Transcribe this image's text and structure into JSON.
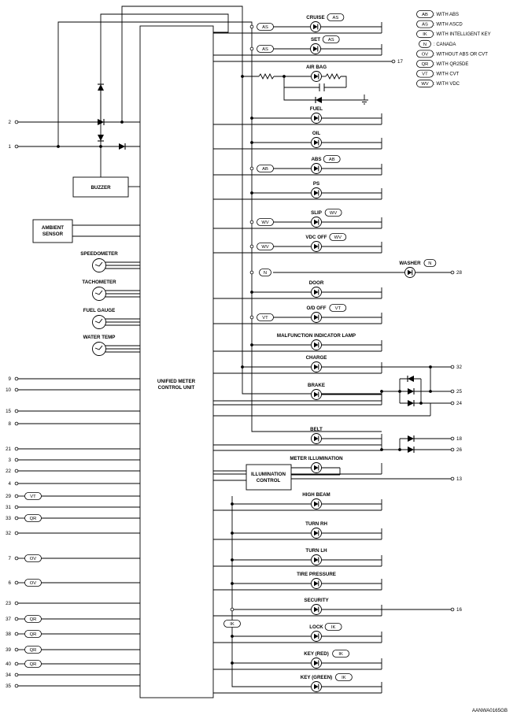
{
  "figure_code": "AANWA0165GB",
  "unit_label_1": "UNIFIED METER",
  "unit_label_2": "CONTROL UNIT",
  "buzzer_label": "BUZZER",
  "ambient_label_1": "AMBIENT",
  "ambient_label_2": "SENSOR",
  "illum_label_1": "ILLUMINATION",
  "illum_label_2": "CONTROL",
  "gauges": [
    {
      "label": "SPEEDOMETER"
    },
    {
      "label": "TACHOMETER"
    },
    {
      "label": "FUEL GAUGE"
    },
    {
      "label": "WATER TEMP"
    }
  ],
  "legend": [
    {
      "code": "AB",
      "text": ": WITH ABS"
    },
    {
      "code": "AS",
      "text": ": WITH ASCD"
    },
    {
      "code": "IK",
      "text": ": WITH INTELLIGENT KEY"
    },
    {
      "code": "N",
      "text": ": CANADA"
    },
    {
      "code": "OV",
      "text": ": WITHOUT ABS OR CVT"
    },
    {
      "code": "QR",
      "text": ": WITH QR25DE"
    },
    {
      "code": "VT",
      "text": ": WITH CVT"
    },
    {
      "code": "WV",
      "text": ": WITH VDC"
    }
  ],
  "lamps": [
    {
      "label": "CRUISE",
      "tag": "AS",
      "wire_tag": "AS"
    },
    {
      "label": "SET",
      "tag": "AS",
      "wire_tag": "AS"
    },
    {
      "label": "AIR BAG",
      "tag": "",
      "wire_tag": ""
    },
    {
      "label": "FUEL",
      "tag": "",
      "wire_tag": ""
    },
    {
      "label": "OIL",
      "tag": "",
      "wire_tag": ""
    },
    {
      "label": "ABS",
      "tag": "AB",
      "wire_tag": "AB"
    },
    {
      "label": "PS",
      "tag": "",
      "wire_tag": ""
    },
    {
      "label": "SLIP",
      "tag": "WV",
      "wire_tag": "WV"
    },
    {
      "label": "VDC OFF",
      "tag": "WV",
      "wire_tag": "WV"
    },
    {
      "label": "WASHER",
      "tag": "N",
      "wire_tag": "N"
    },
    {
      "label": "DOOR",
      "tag": "",
      "wire_tag": ""
    },
    {
      "label": "O/D OFF",
      "tag": "VT",
      "wire_tag": "VT"
    },
    {
      "label": "MALFUNCTION INDICATOR LAMP",
      "tag": "",
      "wire_tag": ""
    },
    {
      "label": "CHARGE",
      "tag": "",
      "wire_tag": ""
    },
    {
      "label": "BRAKE",
      "tag": "",
      "wire_tag": ""
    },
    {
      "label": "BELT",
      "tag": "",
      "wire_tag": ""
    },
    {
      "label": "METER ILLUMINATION",
      "tag": "",
      "wire_tag": ""
    },
    {
      "label": "HIGH BEAM",
      "tag": "",
      "wire_tag": ""
    },
    {
      "label": "TURN RH",
      "tag": "",
      "wire_tag": ""
    },
    {
      "label": "TURN LH",
      "tag": "",
      "wire_tag": ""
    },
    {
      "label": "TIRE PRESSURE",
      "tag": "",
      "wire_tag": ""
    },
    {
      "label": "SECURITY",
      "tag": "",
      "wire_tag": ""
    },
    {
      "label": "LOCK",
      "tag": "IK",
      "wire_tag": ""
    },
    {
      "label": "KEY (RED)",
      "tag": "IK",
      "wire_tag": ""
    },
    {
      "label": "KEY (GREEN)",
      "tag": "IK",
      "wire_tag": ""
    }
  ],
  "security_group_tag": "IK",
  "right_pins": [
    "17",
    "28",
    "32",
    "25",
    "24",
    "18",
    "26",
    "13",
    "16"
  ],
  "left_pins": [
    {
      "num": "2",
      "tag": ""
    },
    {
      "num": "1",
      "tag": ""
    },
    {
      "num": "9",
      "tag": ""
    },
    {
      "num": "10",
      "tag": ""
    },
    {
      "num": "15",
      "tag": ""
    },
    {
      "num": "8",
      "tag": ""
    },
    {
      "num": "21",
      "tag": ""
    },
    {
      "num": "3",
      "tag": ""
    },
    {
      "num": "22",
      "tag": ""
    },
    {
      "num": "4",
      "tag": ""
    },
    {
      "num": "29",
      "tag": "VT"
    },
    {
      "num": "31",
      "tag": ""
    },
    {
      "num": "33",
      "tag": "QR"
    },
    {
      "num": "32",
      "tag": ""
    },
    {
      "num": "7",
      "tag": "OV"
    },
    {
      "num": "6",
      "tag": "OV"
    },
    {
      "num": "23",
      "tag": ""
    },
    {
      "num": "37",
      "tag": "QR"
    },
    {
      "num": "38",
      "tag": "QR"
    },
    {
      "num": "39",
      "tag": "QR"
    },
    {
      "num": "40",
      "tag": "QR"
    },
    {
      "num": "34",
      "tag": ""
    },
    {
      "num": "35",
      "tag": ""
    }
  ]
}
